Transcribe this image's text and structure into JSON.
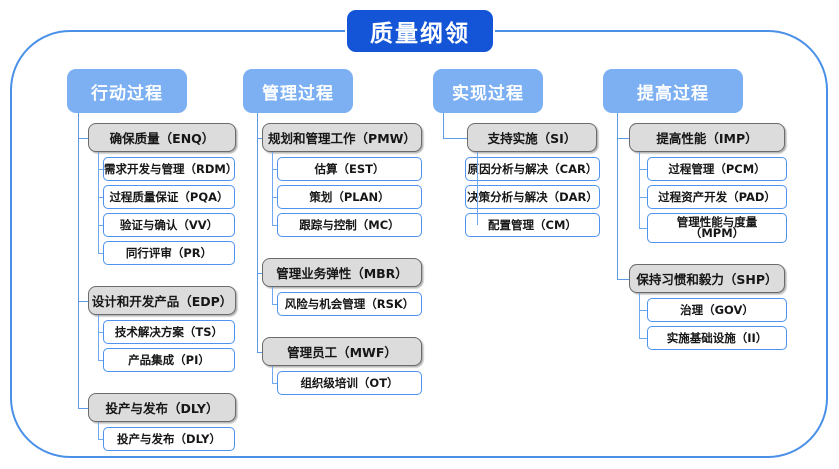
{
  "title": "质量纲领",
  "columns": [
    {
      "header": "行动过程",
      "groups": [
        {
          "label": "确保质量（ENQ）",
          "children": [
            "需求开发与管理（RDM）",
            "过程质量保证（PQA）",
            "验证与确认（VV）",
            "同行评审（PR）"
          ]
        },
        {
          "label": "设计和开发产品（EDP）",
          "children": [
            "技术解决方案（TS）",
            "产品集成（PI）"
          ]
        },
        {
          "label": "投产与发布（DLY）",
          "children": [
            "投产与发布（DLY）"
          ]
        }
      ]
    },
    {
      "header": "管理过程",
      "groups": [
        {
          "label": "规划和管理工作（PMW）",
          "children": [
            "估算（EST）",
            "策划（PLAN）",
            "跟踪与控制（MC）"
          ]
        },
        {
          "label": "管理业务弹性（MBR）",
          "children": [
            "风险与机会管理（RSK）"
          ]
        },
        {
          "label": "管理员工（MWF）",
          "children": [
            "组织级培训（OT）"
          ]
        }
      ]
    },
    {
      "header": "实现过程",
      "groups": [
        {
          "label": "支持实施（SI）",
          "children": [
            "原因分析与解决（CAR）",
            "决策分析与解决（DAR）",
            "配置管理（CM）"
          ]
        }
      ]
    },
    {
      "header": "提高过程",
      "groups": [
        {
          "label": "提高性能（IMP）",
          "children": [
            "过程管理（PCM）",
            "过程资产开发（PAD）",
            "管理性能与度量\n（MPM）"
          ]
        },
        {
          "label": "保持习惯和毅力（SHP）",
          "children": [
            "治理（GOV）",
            "实施基础设施（II）"
          ]
        }
      ]
    }
  ],
  "colors": {
    "title_bg": "#1355D6",
    "header_bg": "#7CB0F2",
    "group_bg": "#DCDCDC",
    "group_border": "#6B6B6B",
    "leaf_border": "#4E93EE",
    "frame_border": "#4A90E8",
    "connector": "#6FA8EE"
  }
}
